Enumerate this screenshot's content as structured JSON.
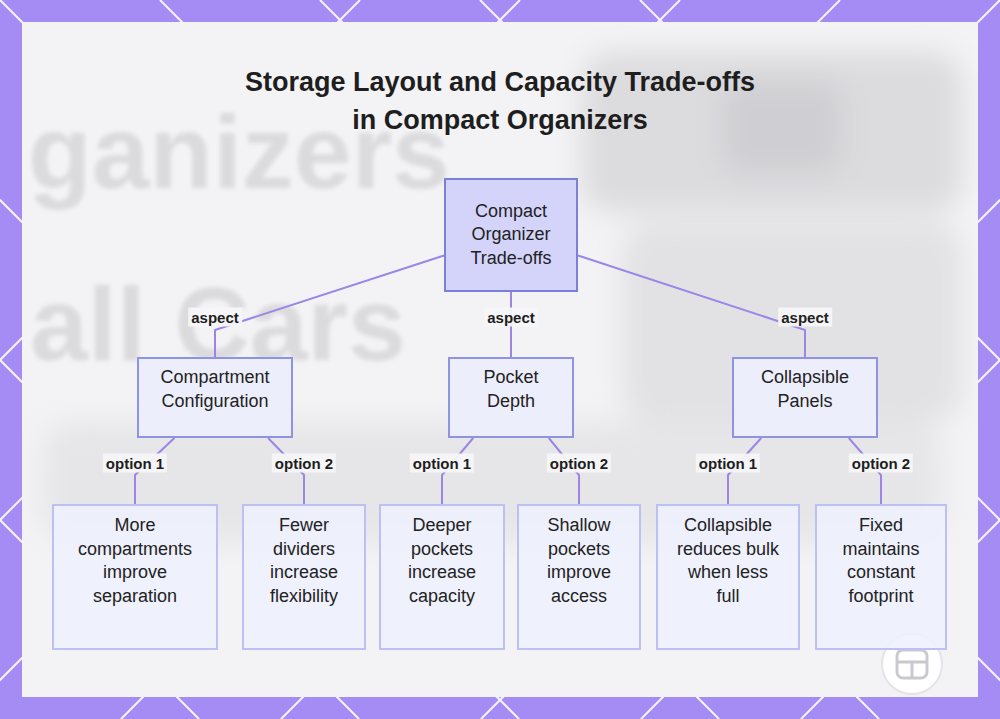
{
  "diagram": {
    "title": "Storage Layout and Capacity Trade-offs in Compact Organizers",
    "nodes": [
      {
        "text": [
          "Compact Organizer Trade-offs"
        ]
      },
      {
        "text": [
          "Compartment Configuration"
        ]
      },
      {
        "text": [
          "Pocket Depth"
        ]
      },
      {
        "text": [
          "Collapsible Panels"
        ]
      },
      {
        "text": [
          "More compartments improve separation"
        ]
      },
      {
        "text": [
          "Fewer dividers increase flexibility"
        ]
      },
      {
        "text": [
          "Deeper pockets increase capacity"
        ]
      },
      {
        "text": [
          "Shallow pockets improve access"
        ]
      },
      {
        "text": [
          "Collapsible reduces bulk when less full"
        ]
      },
      {
        "text": [
          "Fixed maintains constant footprint"
        ]
      }
    ],
    "edges": [
      {
        "from": 0,
        "to": 1,
        "label": "aspect",
        "arrow": "none"
      },
      {
        "from": 0,
        "to": 2,
        "label": "aspect",
        "arrow": "none"
      },
      {
        "from": 0,
        "to": 3,
        "label": "aspect",
        "arrow": "none"
      },
      {
        "from": 1,
        "to": 4,
        "label": "option 1",
        "arrow": "none"
      },
      {
        "from": 1,
        "to": 5,
        "label": "option 2",
        "arrow": "none"
      },
      {
        "from": 2,
        "to": 6,
        "label": "option 1",
        "arrow": "none"
      },
      {
        "from": 2,
        "to": 7,
        "label": "option 2",
        "arrow": "none"
      },
      {
        "from": 3,
        "to": 8,
        "label": "option 1",
        "arrow": "none"
      },
      {
        "from": 3,
        "to": 9,
        "label": "option 2",
        "arrow": "none"
      }
    ],
    "labels": [
      "ganizers",
      "all Cars"
    ]
  }
}
